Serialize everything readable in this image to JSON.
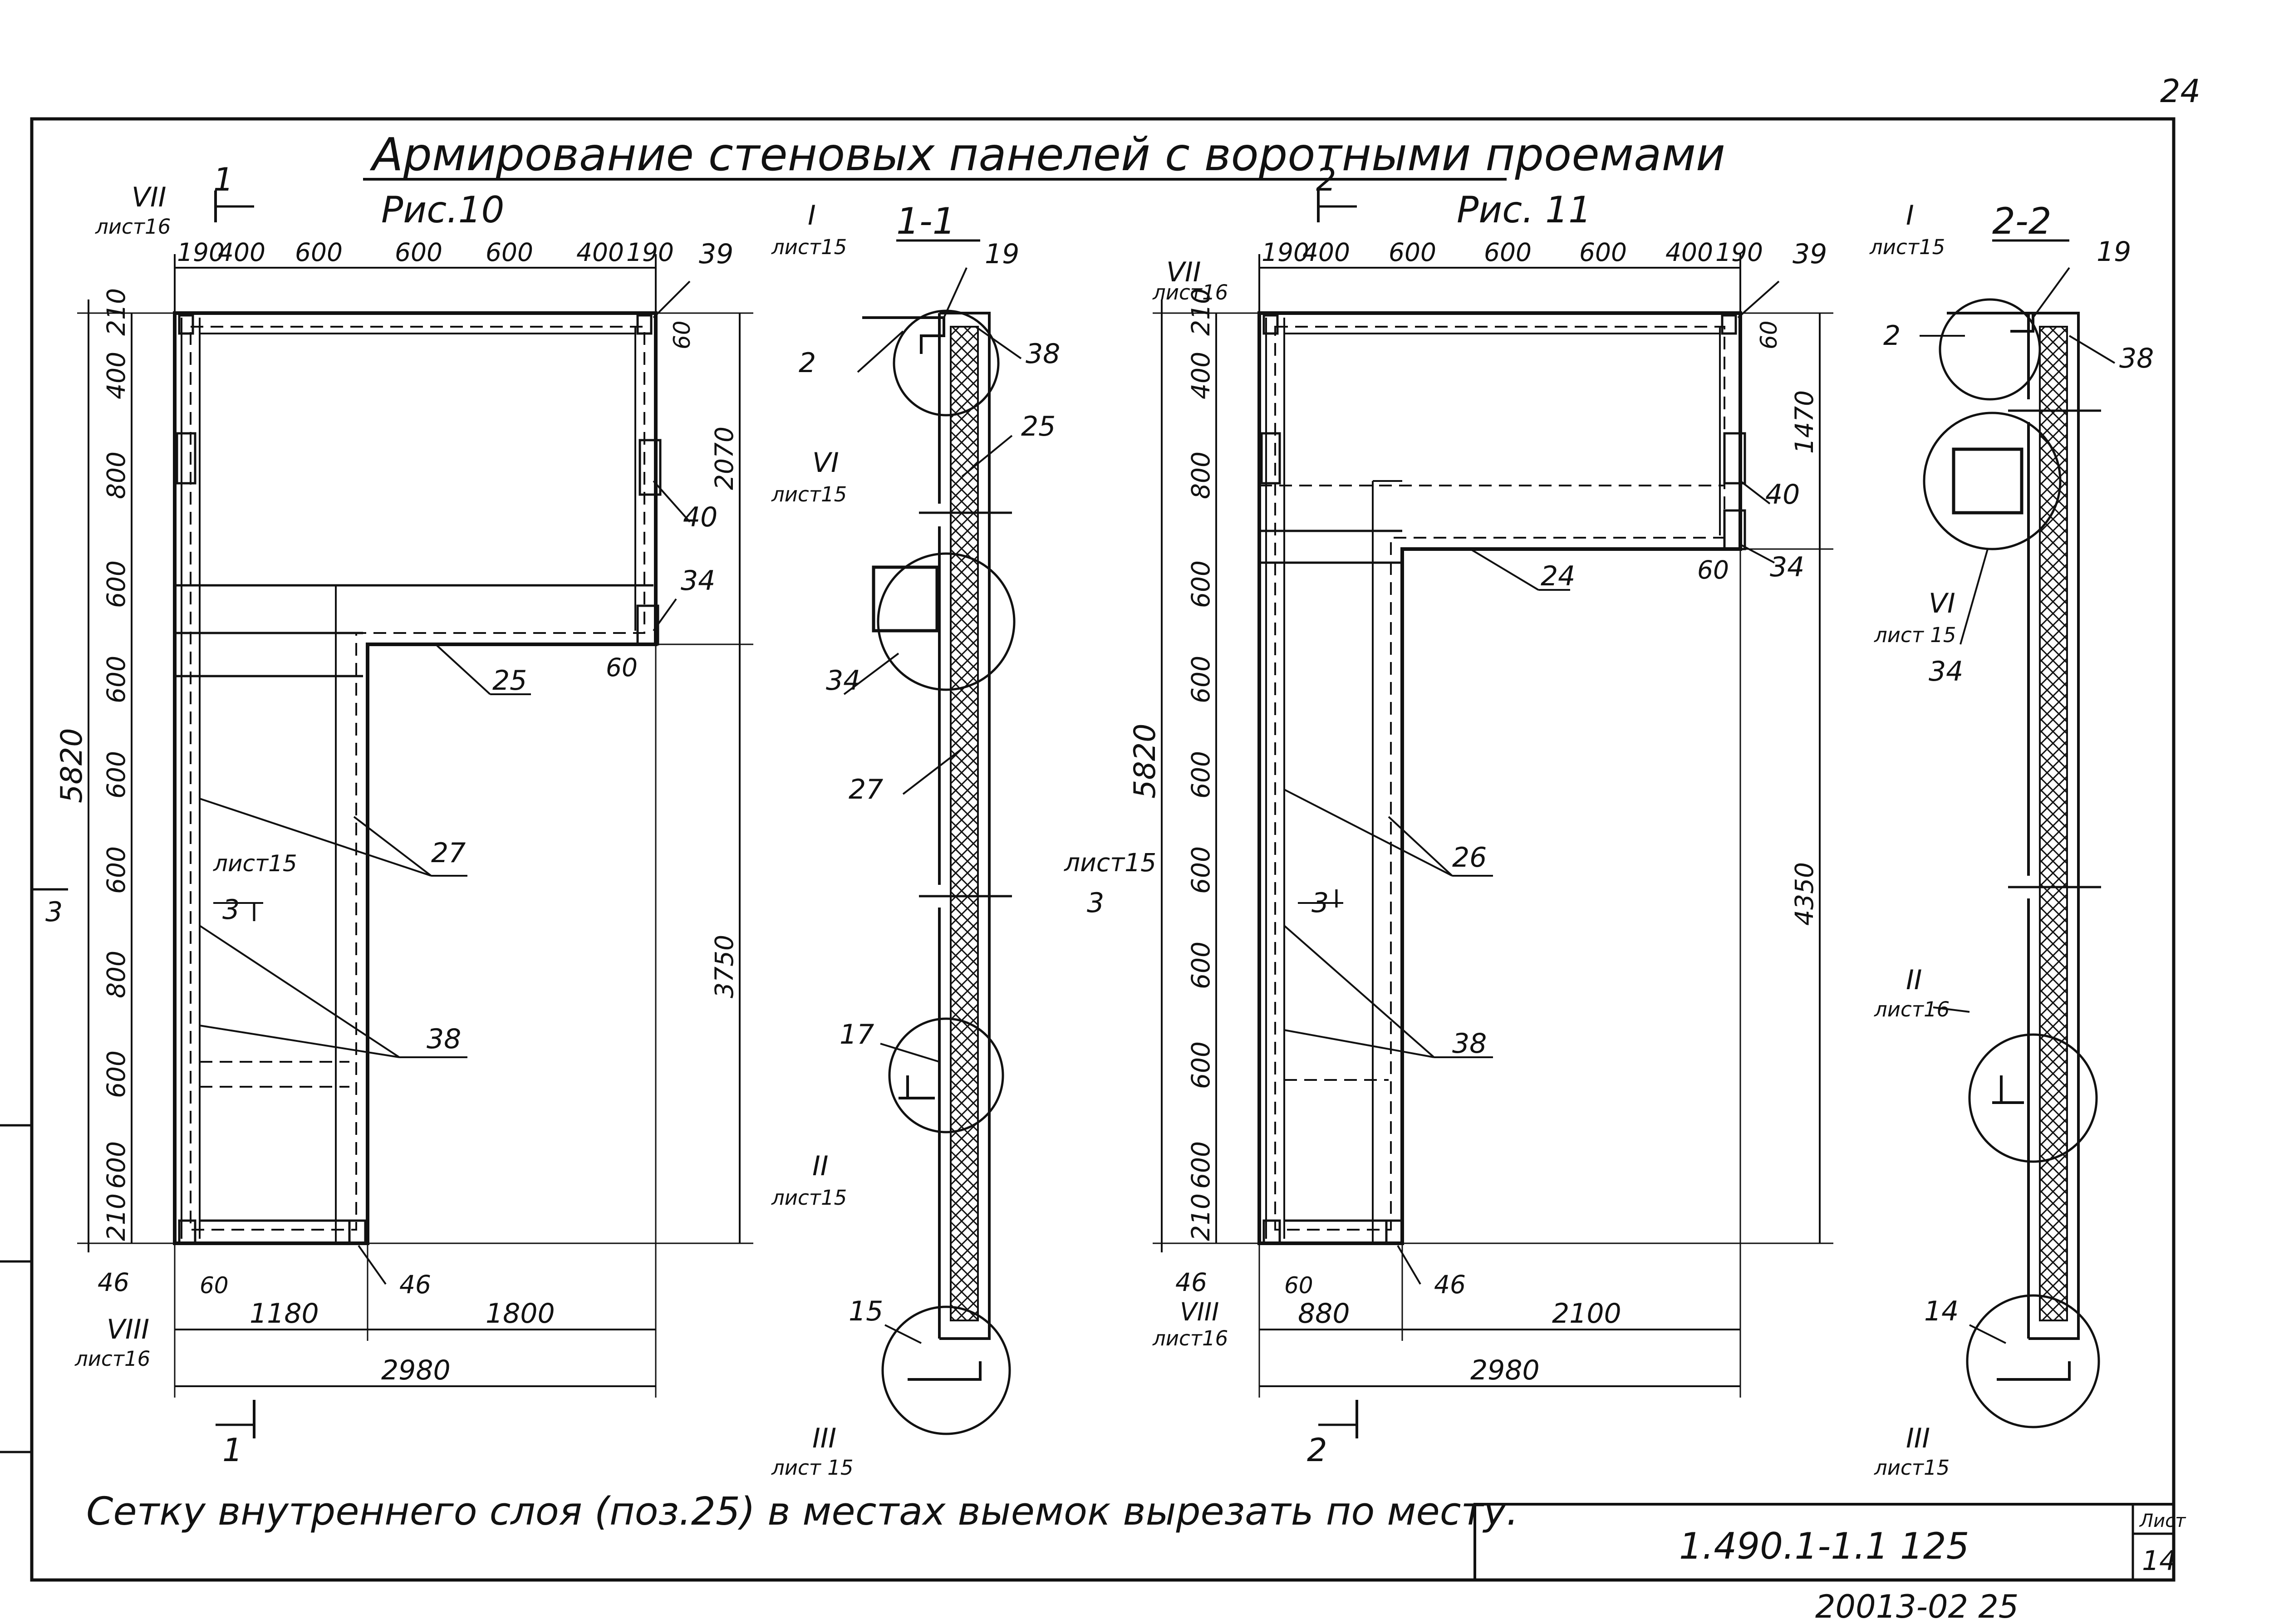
{
  "sheet": {
    "page_number": "24",
    "title": "Армирование стеновых панелей с воротными проемами",
    "note": "Сетку внутреннего слоя (поз.25) в местах выемок вырезать по месту.",
    "stamp": {
      "code": "1.490.1-1.1 125",
      "sheet_label": "Лист",
      "sheet_number": "14"
    },
    "bottom_number": "20013-02  25"
  },
  "fig10": {
    "caption": "Рис.10",
    "section_mark": "1",
    "section_mark_bottom": "1",
    "ref_top": {
      "roman": "VII",
      "sheet": "лист16"
    },
    "ref_bottom": {
      "roman": "VIII",
      "sheet": "лист16"
    },
    "ref_side": {
      "sheet": "лист15",
      "mark": "3"
    },
    "side_mark": "3",
    "top_dims": [
      "190",
      "400",
      "600",
      "600",
      "600",
      "400",
      "190"
    ],
    "left_dims": [
      "210",
      "400",
      "800",
      "600",
      "600",
      "600",
      "600",
      "800",
      "600",
      "600",
      "210"
    ],
    "overall_height": "5820",
    "right_dims": {
      "upper": "2070",
      "lower": "3750",
      "small_top": "60",
      "small_mid": "60"
    },
    "bottom_dims": {
      "left": "1180",
      "right": "1800",
      "total": "2980",
      "small": "60"
    },
    "callouts": {
      "c39": "39",
      "c40": "40",
      "c34": "34",
      "c25": "25",
      "c27": "27",
      "c38": "38",
      "c46a": "46",
      "c46b": "46"
    }
  },
  "sec11": {
    "caption": "1-1",
    "ref_top": {
      "roman": "I",
      "sheet": "лист15"
    },
    "ref_mid": {
      "roman": "VI",
      "sheet": "лист15"
    },
    "ref_low": {
      "roman": "II",
      "sheet": "лист15"
    },
    "ref_bot": {
      "roman": "III",
      "sheet": "лист 15"
    },
    "callouts": {
      "c19": "19",
      "c2": "2",
      "c38": "38",
      "c25": "25",
      "c34": "34",
      "c27": "27",
      "c17": "17",
      "c15": "15"
    }
  },
  "fig11": {
    "caption": "Рис. 11",
    "section_mark": "2",
    "section_mark_bottom": "2",
    "ref_top": {
      "roman": "VII",
      "sheet": "лист16"
    },
    "ref_bottom": {
      "roman": "VIII",
      "sheet": "лист16"
    },
    "ref_side": {
      "sheet": "лист15",
      "mark": "3"
    },
    "inner_mark": "3",
    "top_dims": [
      "190",
      "400",
      "600",
      "600",
      "600",
      "400",
      "190"
    ],
    "left_dims": [
      "210",
      "400",
      "800",
      "600",
      "600",
      "600",
      "600",
      "600",
      "600",
      "600",
      "210"
    ],
    "overall_height": "5820",
    "right_dims": {
      "upper": "1470",
      "lower": "4350",
      "small_top": "60",
      "small_mid": "60"
    },
    "bottom_dims": {
      "left": "880",
      "right": "2100",
      "total": "2980",
      "small": "60"
    },
    "callouts": {
      "c39": "39",
      "c40": "40",
      "c34": "34",
      "c24": "24",
      "c26": "26",
      "c38": "38",
      "c46a": "46",
      "c46b": "46"
    }
  },
  "sec22": {
    "caption": "2-2",
    "ref_top": {
      "roman": "I",
      "sheet": "лист15"
    },
    "ref_mid": {
      "roman": "VI",
      "sheet": "лист 15"
    },
    "ref_low": {
      "roman": "II",
      "sheet": "лист16"
    },
    "ref_bot": {
      "roman": "III",
      "sheet": "лист15"
    },
    "callouts": {
      "c19": "19",
      "c2": "2",
      "c38": "38",
      "c34": "34",
      "c14": "14"
    }
  }
}
